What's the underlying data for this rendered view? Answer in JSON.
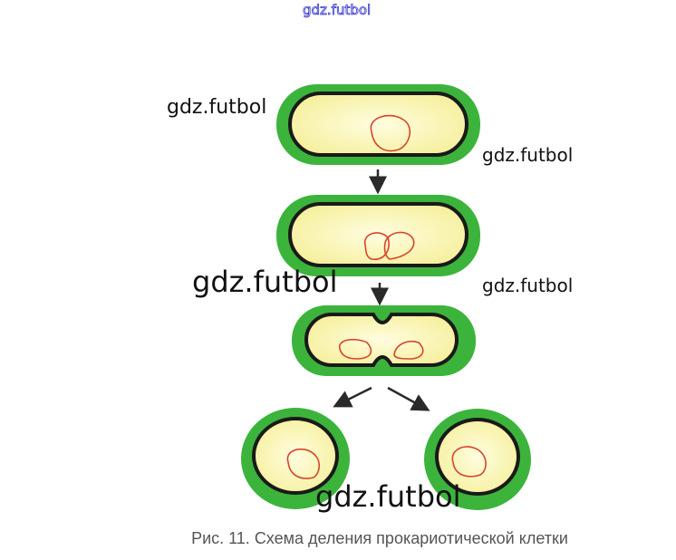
{
  "watermark_top": "gdz.futbol",
  "watermarks": [
    "gdz.futbol",
    "gdz.futbol",
    "gdz.futbol",
    "gdz.futbol",
    "gdz.futbol"
  ],
  "caption": "Рис. 11. Схема деления прокариотической клетки",
  "colors": {
    "wall": "#3cb43c",
    "membrane": "#1a1a1a",
    "cytoplasm": "#fbf6b0",
    "dna": "#d9452a",
    "arrow": "#2a2a2a"
  }
}
